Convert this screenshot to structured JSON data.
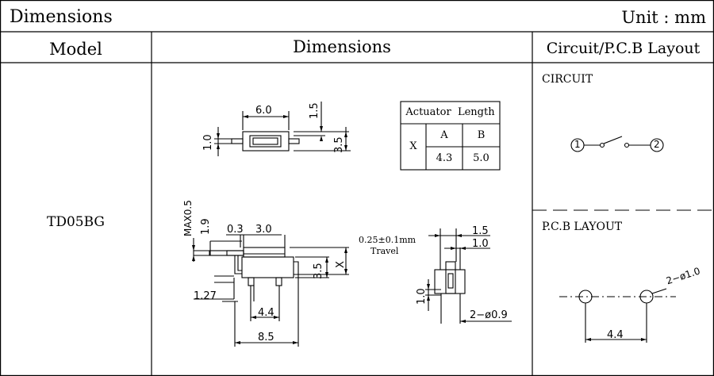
{
  "header": {
    "title": "Dimensions",
    "unit": "Unit : mm"
  },
  "columns": {
    "model": "Model",
    "dimensions": "Dimensions",
    "circuit": "Circuit/P.C.B Layout"
  },
  "model": {
    "name": "TD05BG"
  },
  "actuator_table": {
    "title": "Actuator  Length",
    "row_label": "X",
    "col_a": "A",
    "col_b": "B",
    "val_a": "4.3",
    "val_b": "5.0"
  },
  "top_view": {
    "dim_width": "6.0",
    "dim_top": "1.5",
    "dim_height": "3.5",
    "dim_left": "1.0"
  },
  "side_view": {
    "dim_max": "MAX0.5",
    "dim_19": "1.9",
    "dim_03": "0.3",
    "dim_30": "3.0",
    "dim_35": "3.5",
    "dim_x": "X",
    "dim_127": "1.27",
    "dim_44": "4.4",
    "dim_85": "8.5"
  },
  "travel": {
    "value": "0.25±0.1mm",
    "label": "Travel"
  },
  "end_view": {
    "dim_15": "1.5",
    "dim_10": "1.0",
    "dim_10v": "1.0",
    "dim_holes": "2−ø0.9"
  },
  "circuit": {
    "label": "CIRCUIT",
    "pin1": "1",
    "pin2": "2"
  },
  "pcb": {
    "label": "P.C.B LAYOUT",
    "holes": "2−ø1.0",
    "spacing": "4.4"
  }
}
